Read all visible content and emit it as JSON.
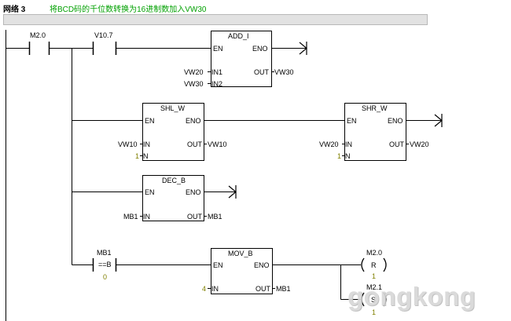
{
  "network": {
    "label": "网络 3",
    "comment": "将BCD码的千位数转换为16进制数加入VW30"
  },
  "contacts": {
    "m20": "M2.0",
    "v107": "V10.7",
    "mb1_compare": {
      "operand": "MB1",
      "op": "==B",
      "value": "0"
    }
  },
  "blocks": {
    "add_i": {
      "name": "ADD_I",
      "en": "EN",
      "eno": "ENO",
      "in1": "IN1",
      "in2": "IN2",
      "out": "OUT",
      "in1_val": "VW20",
      "in2_val": "VW30",
      "out_val": "VW30"
    },
    "shl_w": {
      "name": "SHL_W",
      "en": "EN",
      "eno": "ENO",
      "in": "IN",
      "n": "N",
      "out": "OUT",
      "in_val": "VW10",
      "n_val": "1",
      "out_val": "VW10"
    },
    "shr_w": {
      "name": "SHR_W",
      "en": "EN",
      "eno": "ENO",
      "in": "IN",
      "n": "N",
      "out": "OUT",
      "in_val": "VW20",
      "n_val": "1",
      "out_val": "VW20"
    },
    "dec_b": {
      "name": "DEC_B",
      "en": "EN",
      "eno": "ENO",
      "in": "IN",
      "out": "OUT",
      "in_val": "MB1",
      "out_val": "MB1"
    },
    "mov_b": {
      "name": "MOV_B",
      "en": "EN",
      "eno": "ENO",
      "in": "IN",
      "out": "OUT",
      "in_val": "4",
      "out_val": "MB1"
    }
  },
  "coils": {
    "reset": {
      "address": "M2.0",
      "type": "R",
      "count": "1"
    },
    "set": {
      "address": "M2.1",
      "type": "S",
      "count": "1"
    }
  },
  "watermark": "gongkong",
  "colors": {
    "comment": "#00a000",
    "constant": "#808000",
    "wire": "#000000"
  }
}
